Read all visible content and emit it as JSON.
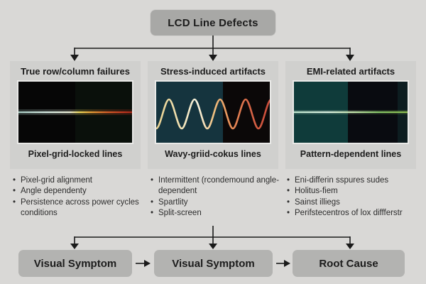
{
  "title": "LCD Line Defects",
  "ui": {
    "bullet": "•"
  },
  "columns": [
    {
      "header": "True row/column failures",
      "sublabel": "Pixel-grid-locked lines",
      "screen_icon": "black-screen-horizontal-white-to-red-line",
      "bullets": [
        "Pixel-grid alignment",
        "Angle dependenty",
        "Persistence across power cycles conditions"
      ]
    },
    {
      "header": "Stress-induced artifacts",
      "sublabel": "Wavy-griid-cokus lines",
      "screen_icon": "teal-black-screen-wavy-orange-sine-line",
      "bullets": [
        "Intermittent (rcondemound angle-dependent",
        "Spartlity",
        "Split-screen"
      ]
    },
    {
      "header": "EMI-related artifacts",
      "sublabel": "Pattern-dependent lines",
      "screen_icon": "teal-black-screen-horizontal-green-line",
      "bullets": [
        "Eni-differin sspures sudes",
        "Holitus-fiem",
        "Sainst illiegs",
        "Perifstecentros of lox diffferstr"
      ]
    }
  ],
  "bottom_nodes": [
    "Visual Symptom",
    "Visual Symptom",
    "Root Cause"
  ],
  "colors": {
    "page_bg": "#d9d8d6",
    "root_node_bg": "#a8a8a6",
    "card_bg": "#d0d0ce",
    "bottom_node_bg": "#b3b3b1",
    "connector": "#1a1a1a",
    "defect_line_left": "#d8ece4",
    "defect_line_right": "#c03820",
    "wave_left": "#f0e0b0",
    "wave_right": "#c84838",
    "green_line": "#88c868"
  }
}
